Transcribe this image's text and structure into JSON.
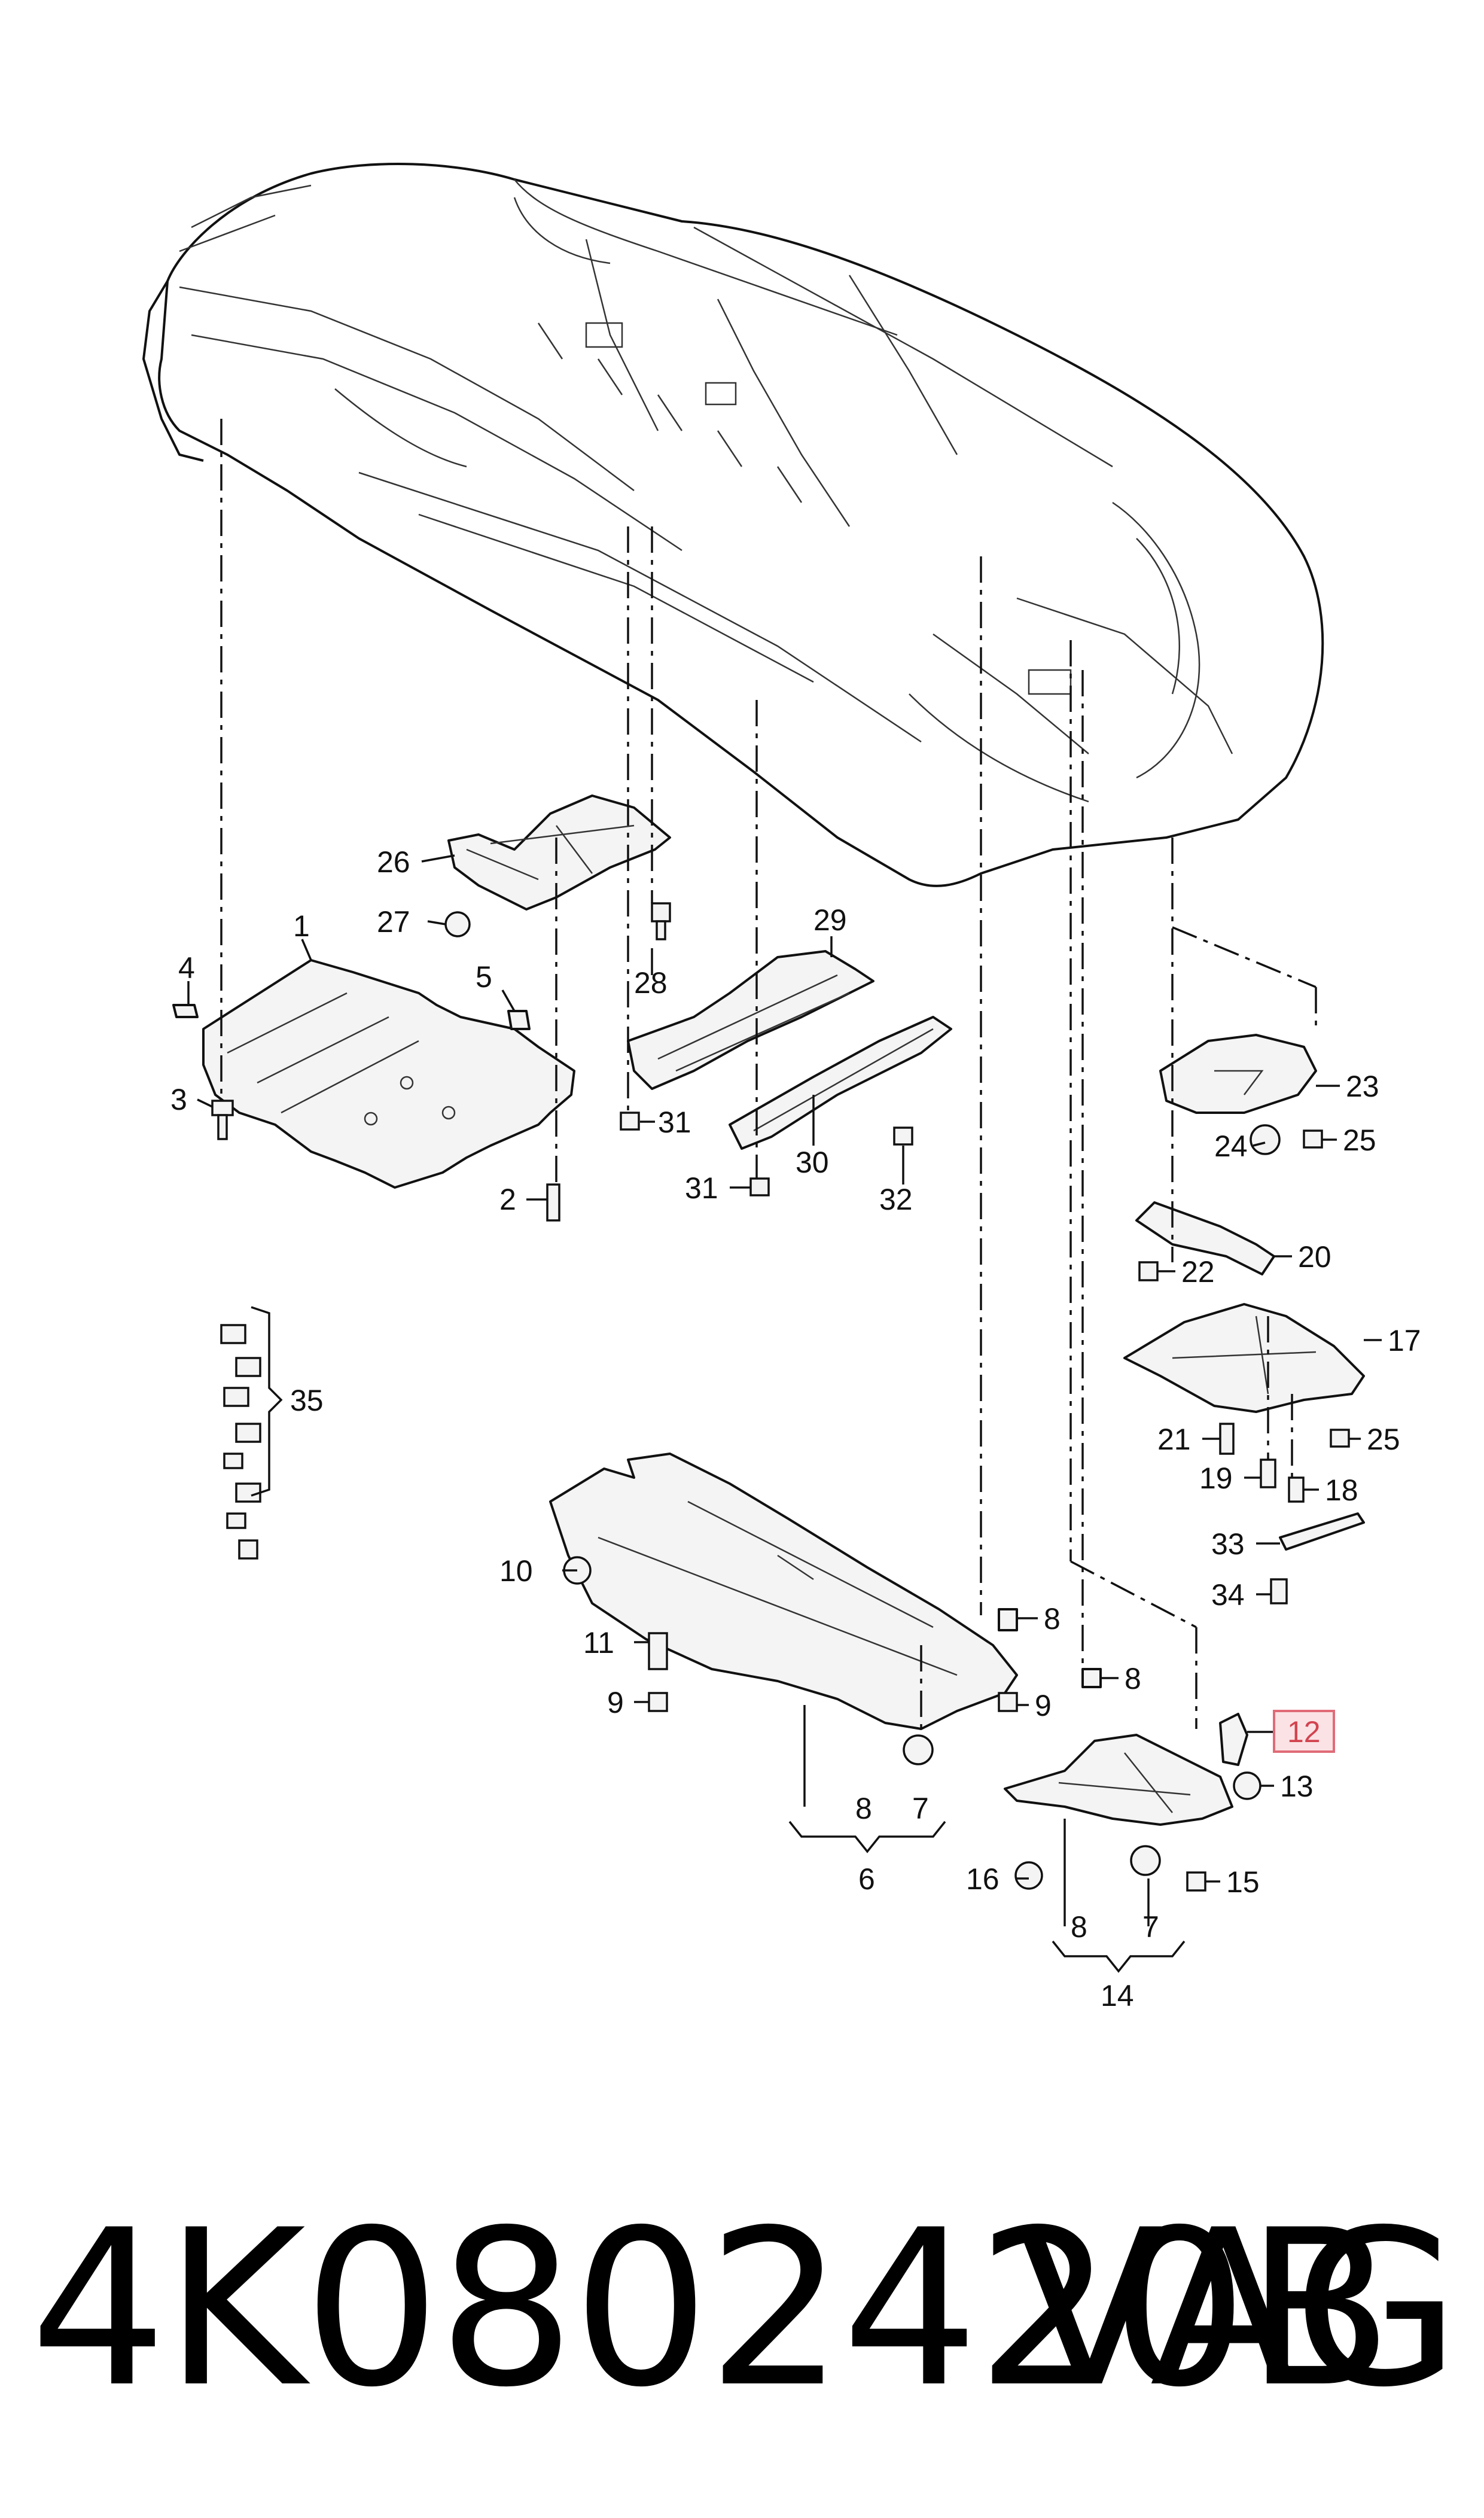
{
  "labels": {
    "l1": "1",
    "l2": "2",
    "l3": "3",
    "l4": "4",
    "l5": "5",
    "l6": "6",
    "l7a": "7",
    "l7b": "7",
    "l8a": "8",
    "l8b": "8",
    "l8c": "8",
    "l8d": "8",
    "l9a": "9",
    "l9b": "9",
    "l10": "10",
    "l11": "11",
    "l12": "12",
    "l13": "13",
    "l14": "14",
    "l15": "15",
    "l16": "16",
    "l17": "17",
    "l18": "18",
    "l19": "19",
    "l20": "20",
    "l21": "21",
    "l22": "22",
    "l23": "23",
    "l24": "24",
    "l25a": "25",
    "l25b": "25",
    "l26": "26",
    "l27": "27",
    "l28": "28",
    "l29": "29",
    "l30": "30",
    "l31a": "31",
    "l31b": "31",
    "l32": "32",
    "l33": "33",
    "l34": "34",
    "l35": "35"
  },
  "highlight": {
    "part": "12",
    "color": "#e06b77"
  },
  "footer": {
    "part_number": "4K0802420B",
    "brand": "VAG"
  }
}
